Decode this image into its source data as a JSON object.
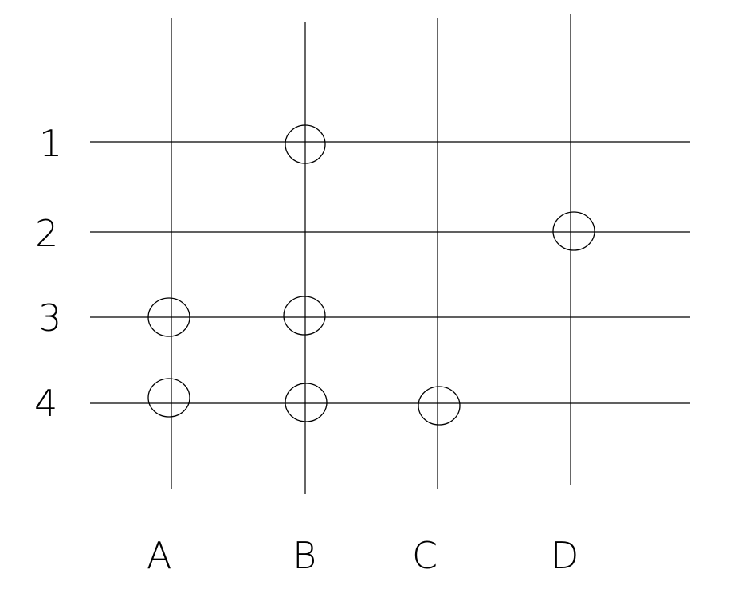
{
  "columns": [
    {
      "id": "col-a",
      "label": "A"
    },
    {
      "id": "col-b",
      "label": "B"
    },
    {
      "id": "col-c",
      "label": "C"
    },
    {
      "id": "col-d",
      "label": "D"
    }
  ],
  "rows": [
    {
      "id": "row-1",
      "label": "1"
    },
    {
      "id": "row-2",
      "label": "2"
    },
    {
      "id": "row-3",
      "label": "3"
    },
    {
      "id": "row-4",
      "label": "4"
    }
  ],
  "markers": [
    {
      "column": "B",
      "row": "1"
    },
    {
      "column": "D",
      "row": "2"
    },
    {
      "column": "A",
      "row": "3"
    },
    {
      "column": "B",
      "row": "3"
    },
    {
      "column": "A",
      "row": "4"
    },
    {
      "column": "B",
      "row": "4"
    },
    {
      "column": "C",
      "row": "4"
    }
  ]
}
